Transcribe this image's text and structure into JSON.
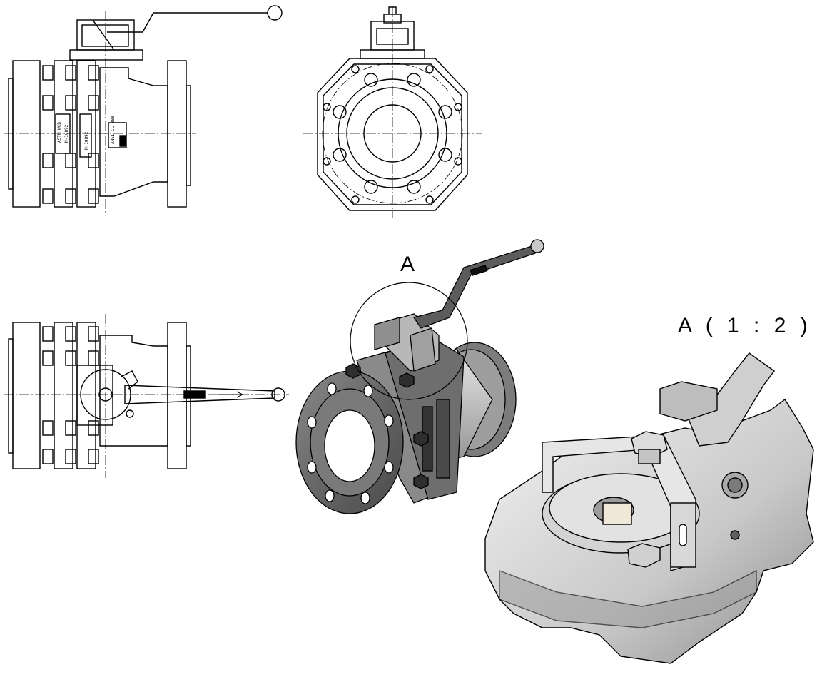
{
  "labels": {
    "detail_ref": "A",
    "detail_title": "A ( 1 : 2 )"
  },
  "marks": {
    "flange_class": "ANSI CL 300",
    "code_left_a": "ASTM WCB",
    "code_left_b": "N-10892",
    "code_center": "N-10892"
  },
  "colors": {
    "line": "#000000",
    "metal_dark": "#555555",
    "metal_mid": "#9a9a9a",
    "metal_light": "#d6d6d6",
    "background": "#ffffff"
  }
}
